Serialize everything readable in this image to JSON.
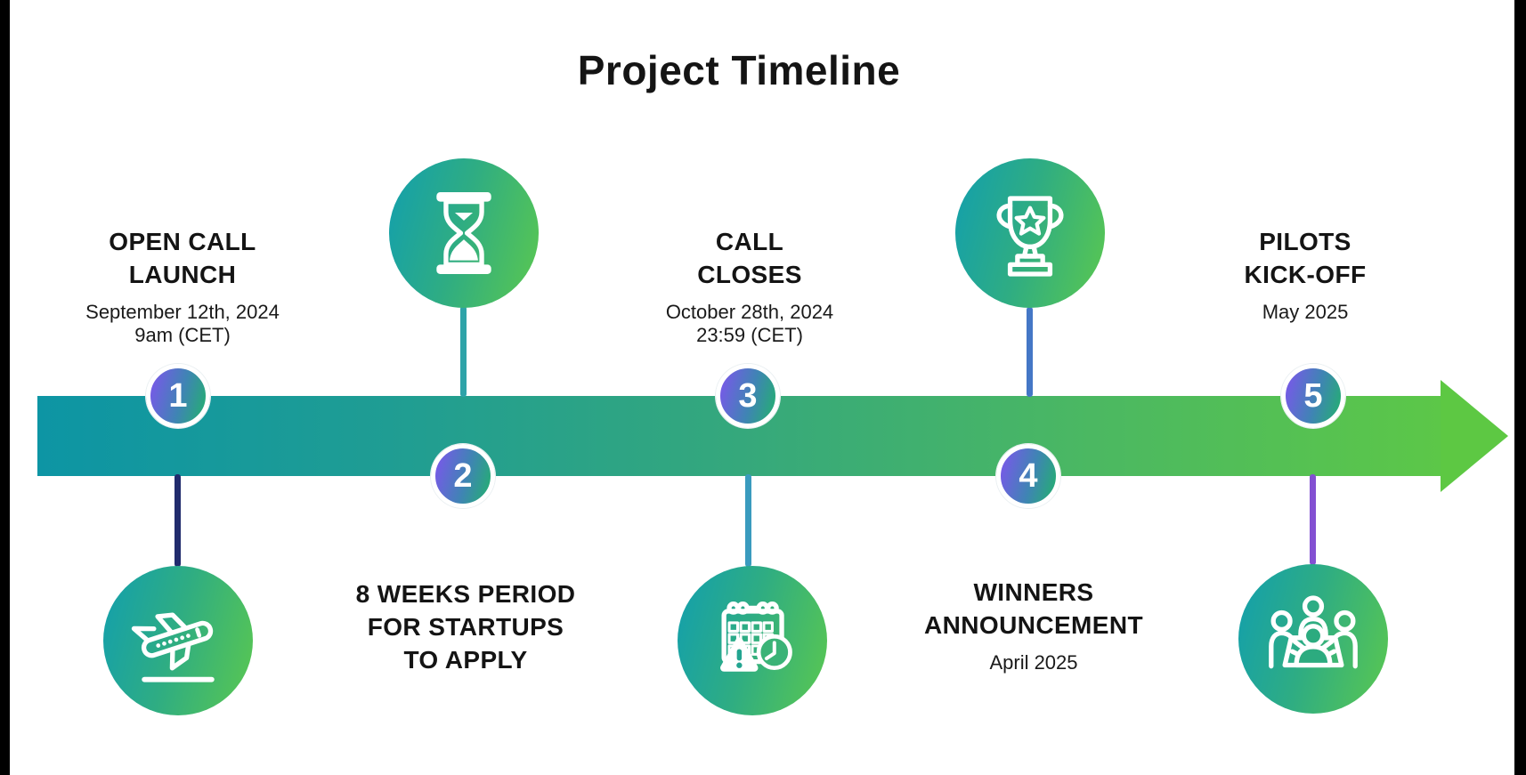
{
  "title": "Project Timeline",
  "colors": {
    "edge_frame": "#000000",
    "canvas": "#ffffff",
    "text": "#141414",
    "arrow_gradient_start": "#0d95a4",
    "arrow_gradient_mid": "#35a87c",
    "arrow_gradient_end": "#5cc748",
    "arrowhead": "#5dc843",
    "number_badge_gradient": [
      "#7e54ee",
      "#3f84b4",
      "#22b26c"
    ],
    "icon_disc_gradient": [
      "#129fae",
      "#2fad82",
      "#5bc84f"
    ]
  },
  "milestones": [
    {
      "number": "1",
      "side": "above",
      "heading_line1": "OPEN CALL",
      "heading_line2": "LAUNCH",
      "detail_line1": "September 12th, 2024",
      "detail_line2": "9am (CET)",
      "icon": "airplane-takeoff-icon",
      "connector_color": "#212b6d"
    },
    {
      "number": "2",
      "side": "below",
      "heading_line1": "8 WEEKS PERIOD",
      "heading_line2": "FOR STARTUPS",
      "heading_line3": "TO APPLY",
      "icon": "hourglass-icon",
      "connector_color": "#2ea3a8"
    },
    {
      "number": "3",
      "side": "above",
      "heading_line1": "CALL",
      "heading_line2": "CLOSES",
      "detail_line1": "October 28th, 2024",
      "detail_line2": "23:59 (CET)",
      "icon": "calendar-deadline-icon",
      "connector_color": "#3a9bbe"
    },
    {
      "number": "4",
      "side": "below",
      "heading_line1": "WINNERS",
      "heading_line2": "ANNOUNCEMENT",
      "detail_line1": "April 2025",
      "icon": "trophy-icon",
      "connector_color": "#4477c6"
    },
    {
      "number": "5",
      "side": "above",
      "heading_line1": "PILOTS",
      "heading_line2": "KICK-OFF",
      "detail_line1": "May 2025",
      "icon": "people-meeting-icon",
      "connector_color": "#8350d2"
    }
  ]
}
